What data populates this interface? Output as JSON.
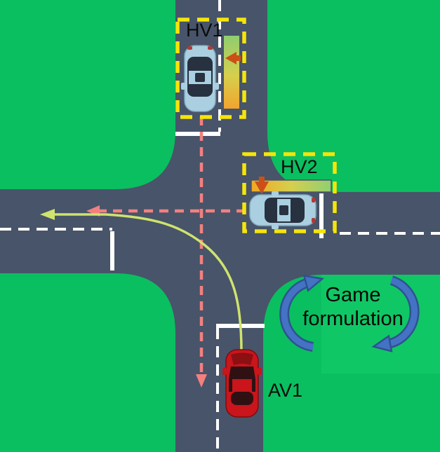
{
  "diagram": {
    "labels": {
      "hv1": "HV1",
      "hv2": "HV2",
      "av1": "AV1"
    },
    "annotation": {
      "line1": "Game",
      "line2": "formulation"
    },
    "icons": {
      "hv1_intent_bar": "vertical-gradient-probability-bar-icon",
      "hv2_intent_bar": "horizontal-gradient-probability-bar-icon",
      "bar_pointer": "orange-arrow-pointer-icon",
      "cycle": "circular-cycle-arrows-icon",
      "hv1_path": "pink-dashed-straight-arrow",
      "hv2_path": "pink-dashed-straight-arrow",
      "av1_path": "green-solid-left-turn-arrow"
    },
    "colors": {
      "grass": "#0abf60",
      "road": "#485469",
      "lane_marking": "#ffffff",
      "highlight_box": "#f5e50a",
      "intent_arrow_pink": "#f3807f",
      "planned_path_green": "#cfe36e",
      "bar_gradient_low": "#8fce70",
      "bar_gradient_high": "#f2a42e",
      "bar_pointer_orange": "#cc4f18",
      "cycle_arrow_fill": "#4472c4",
      "cycle_arrow_outline": "#2f528f",
      "hv_car_body": "#aacfe0",
      "av_car_body": "#c9151b",
      "car_glass": "#27313f"
    }
  }
}
